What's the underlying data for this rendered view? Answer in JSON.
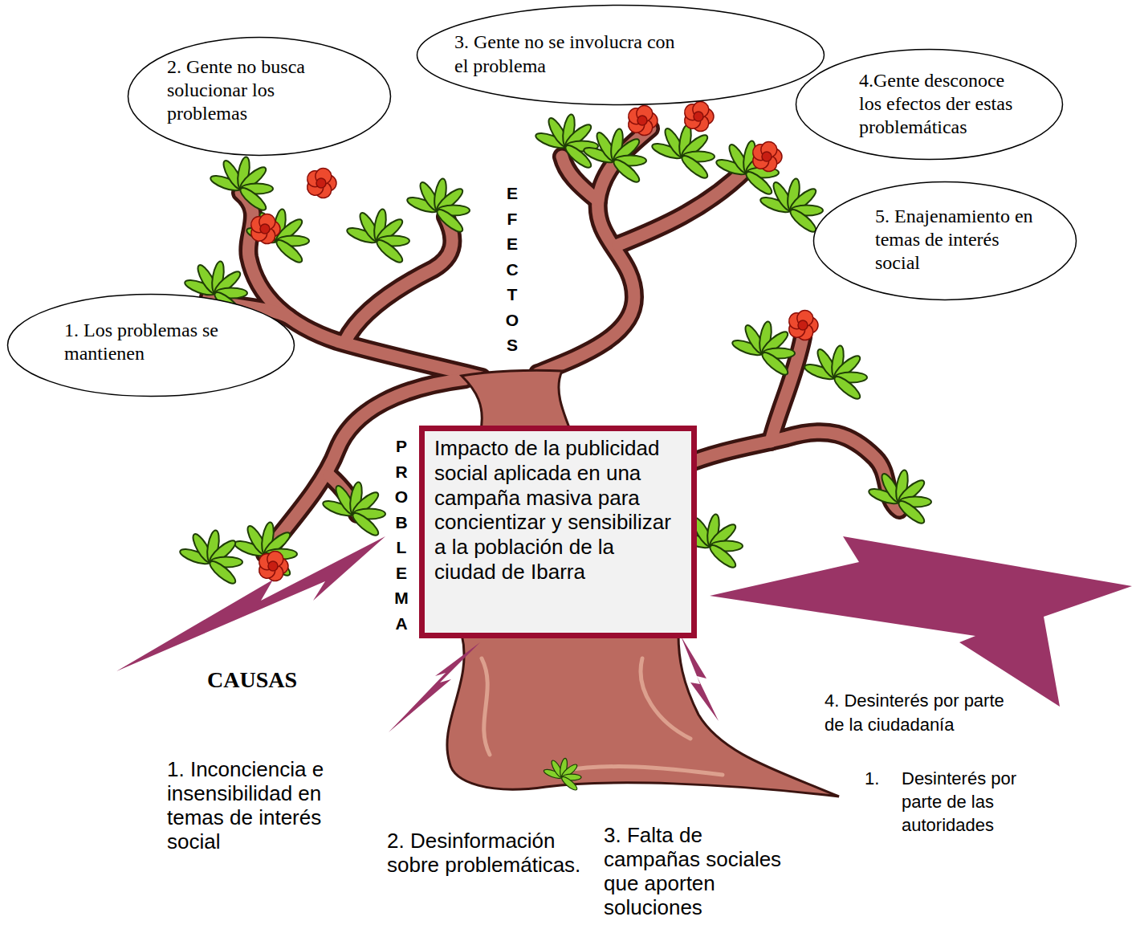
{
  "diagram": {
    "nodes": [
      {
        "text": [
          "3. Gente no se involucra con el problema"
        ]
      },
      {
        "text": [
          "2. Gente no busca solucionar los problemas"
        ]
      },
      {
        "text": [
          "4.Gente desconoce los efectos der estas problemáticas"
        ]
      },
      {
        "text": [
          "5. Enajenamiento en temas de interés social"
        ]
      },
      {
        "text": [
          "1. Los problemas se mantienen"
        ]
      },
      {
        "text": [
          "Impacto de la publicidad social aplicada en una campaña masiva para concientizar y sensibilizar a la población de la ciudad de Ibarra"
        ]
      }
    ],
    "labels": [
      "EFECTOS",
      "PROBLEMA",
      "CAUSAS",
      "1. Inconciencia e insensibilidad en temas de interés social",
      "2. Desinformación sobre problemáticas.",
      "3. Falta de campañas sociales que aporten soluciones",
      "4. Desinterés por parte de la ciudadanía",
      "1.",
      "Desinterés por parte de las autoridades"
    ]
  }
}
